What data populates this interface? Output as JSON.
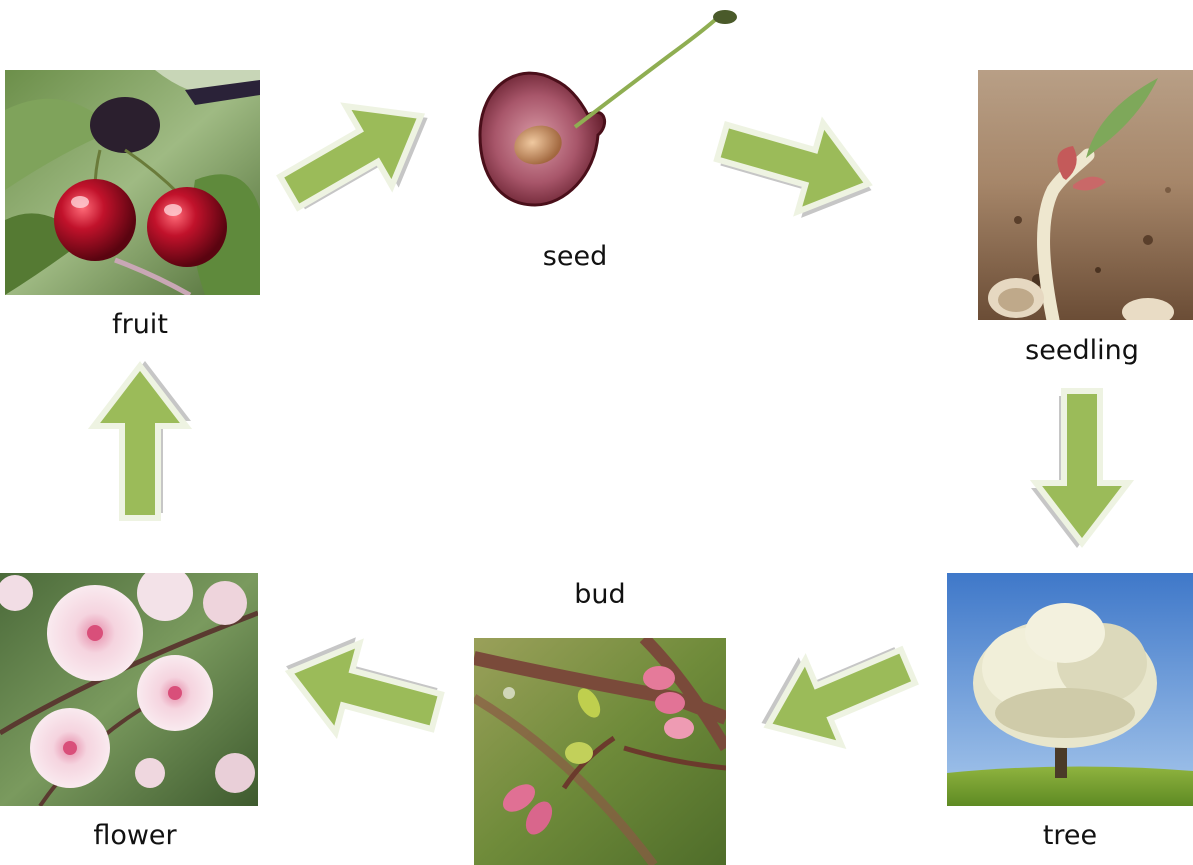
{
  "diagram": {
    "stages": {
      "seed": "seed",
      "seedling": "seedling",
      "tree": "tree",
      "bud": "bud",
      "flower": "flower",
      "fruit": "fruit"
    }
  },
  "colors": {
    "arrow_fill": "#9bbb59",
    "arrow_outline": "#eef3e2",
    "arrow_shadow": "#c6c6c6",
    "label_text": "#111111"
  },
  "icons": {
    "seed": "cherry-seed-icon",
    "seedling": "seedling-icon",
    "tree": "tree-icon",
    "bud": "bud-icon",
    "flower": "flower-icon",
    "fruit": "fruit-icon"
  }
}
